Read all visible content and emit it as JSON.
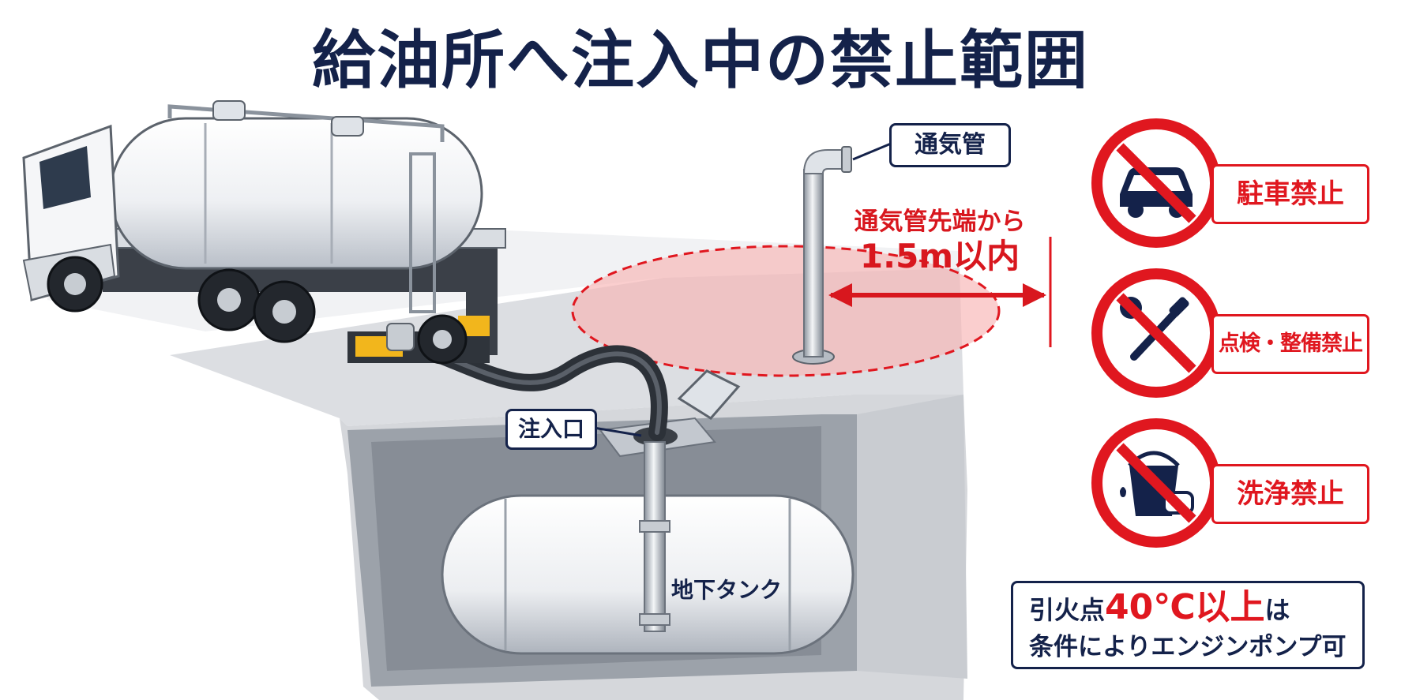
{
  "title": "給油所へ注入中の禁止範囲",
  "labels": {
    "vent_pipe": "通気管",
    "inlet": "注入口",
    "underground_tank": "地下タンク",
    "range_line1": "通気管先端から",
    "range_line2": "1.5m以内"
  },
  "prohibitions": [
    {
      "label": "駐車禁止",
      "icon": "car-icon"
    },
    {
      "label": "点検・整備禁止",
      "icon": "tools-icon"
    },
    {
      "label": "洗浄禁止",
      "icon": "bucket-sponge-icon"
    }
  ],
  "note": {
    "line1_prefix": "引火点",
    "line1_highlight": "40℃以上",
    "line1_suffix": "は",
    "line2": "条件によりエンジンポンプ可"
  },
  "colors": {
    "navy": "#14224a",
    "red": "#e0171f",
    "zone_fill": "#f7b3b3"
  }
}
